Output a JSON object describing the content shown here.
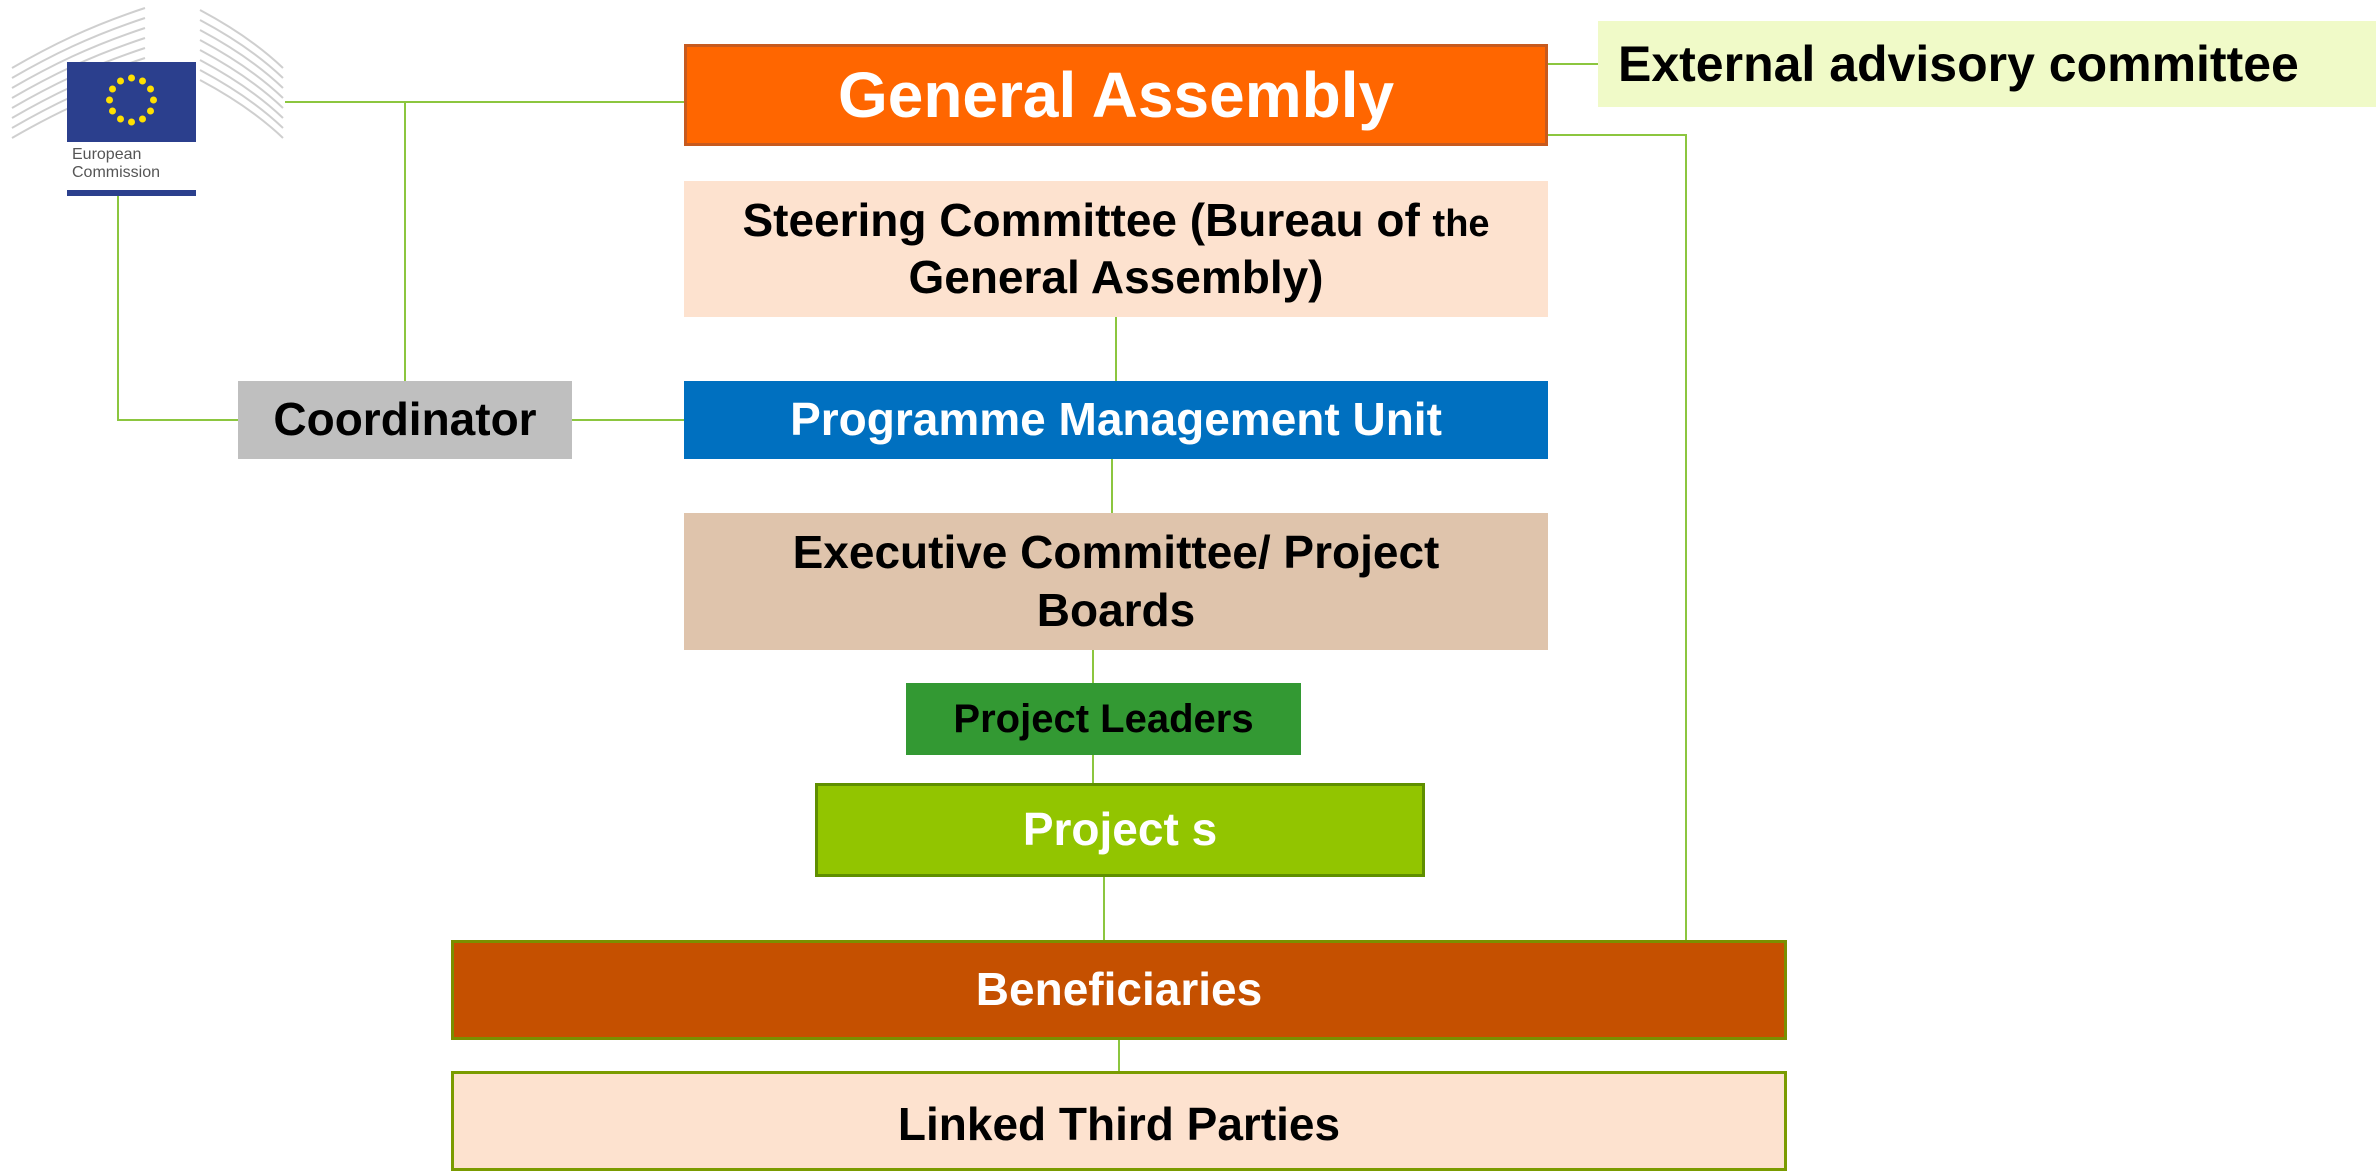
{
  "logo": {
    "line1": "European",
    "line2": "Commission",
    "flag_color": "#2b3f8d",
    "star_color": "#ffe000"
  },
  "boxes": {
    "general_assembly": "General Assembly",
    "external_advisory": "External advisory committee",
    "steering_line1": "Steering Committee (Bureau of ",
    "steering_the": "the",
    "steering_line2": "General Assembly)",
    "pmu": "Programme Management Unit",
    "coordinator": "Coordinator",
    "executive": "Executive Committee/ Project Boards",
    "project_leaders": "Project Leaders",
    "projects": "Project s",
    "beneficiaries": "Beneficiaries",
    "linked": "Linked Third Parties"
  },
  "colors": {
    "connector": "#8cc63f",
    "general_assembly": "#ff6600",
    "pmu": "#0070c0",
    "beneficiaries": "#c55000",
    "projects": "#92c500",
    "project_leaders": "#339933"
  }
}
